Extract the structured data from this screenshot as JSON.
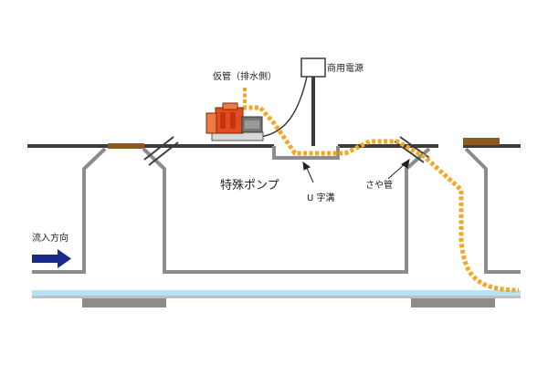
{
  "labels": {
    "temp_pipe": "仮管（排水側）",
    "commercial_power": "商用電源",
    "special_pump": "特殊ポンプ",
    "u_channel": "U 字溝",
    "sheath_pipe": "さや管",
    "inflow_direction": "流入方向"
  },
  "colors": {
    "structure": "#8c8c8c",
    "road_dark": "#3c3c3c",
    "hose_orange": "#f5a623",
    "plank_brown": "#8b5a1f",
    "arrow_navy": "#1a2a8c",
    "water": "#b5e3f5",
    "pump_red": "#e24c1e"
  }
}
